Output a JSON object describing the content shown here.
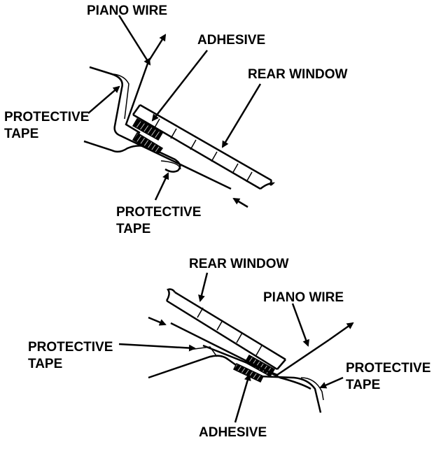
{
  "colors": {
    "ink": "#000000",
    "paper": "#ffffff"
  },
  "top_diagram": {
    "piano_wire": "PIANO WIRE",
    "adhesive": "ADHESIVE",
    "rear_window": "REAR WINDOW",
    "protective_tape_left": {
      "line1": "PROTECTIVE",
      "line2": "TAPE"
    },
    "protective_tape_bottom": {
      "line1": "PROTECTIVE",
      "line2": "TAPE"
    }
  },
  "bottom_diagram": {
    "rear_window": "REAR WINDOW",
    "piano_wire": "PIANO WIRE",
    "protective_tape_left": {
      "line1": "PROTECTIVE",
      "line2": "TAPE"
    },
    "protective_tape_right": {
      "line1": "PROTECTIVE",
      "line2": "TAPE"
    },
    "adhesive": "ADHESIVE"
  }
}
